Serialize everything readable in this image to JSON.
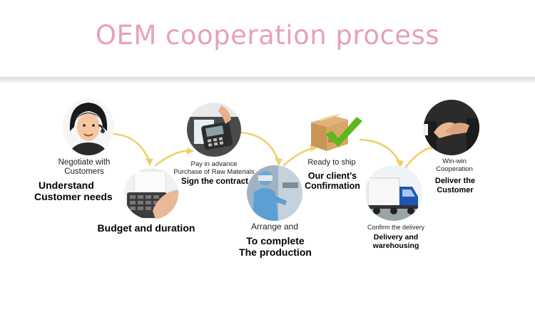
{
  "title": "OEM cooperation process",
  "colors": {
    "title": "#e7a1b8",
    "arrow": "#f2cf6c",
    "check": "#5bb81d",
    "truck_body": "#1f56b5"
  },
  "steps": [
    {
      "caption": [
        "Negotiate with",
        "Customers"
      ],
      "heading": [
        "Understand",
        "Customer needs"
      ],
      "icon": "customer-service-woman-icon"
    },
    {
      "heading": [
        "Budget and duration"
      ],
      "icon": "calculator-icon"
    },
    {
      "caption": [
        "Pay in advance",
        "Purchase of Raw Materials"
      ],
      "heading": [
        "Sign the contract"
      ],
      "icon": "card-payment-terminal-icon"
    },
    {
      "caption": [
        "Arrange and"
      ],
      "heading": [
        "To complete",
        "The production"
      ],
      "icon": "production-worker-icon"
    },
    {
      "caption": [
        "Ready to ship"
      ],
      "heading": [
        "Our client's",
        "Confirmation"
      ],
      "icon": "package-check-icon"
    },
    {
      "caption": [
        "Confirm the delivery"
      ],
      "heading": [
        "Delivery and",
        "warehousing"
      ],
      "icon": "delivery-truck-icon"
    },
    {
      "caption": [
        "Win-win",
        "Cooperation"
      ],
      "heading": [
        "Deliver the",
        "Customer"
      ],
      "icon": "handshake-icon"
    }
  ]
}
